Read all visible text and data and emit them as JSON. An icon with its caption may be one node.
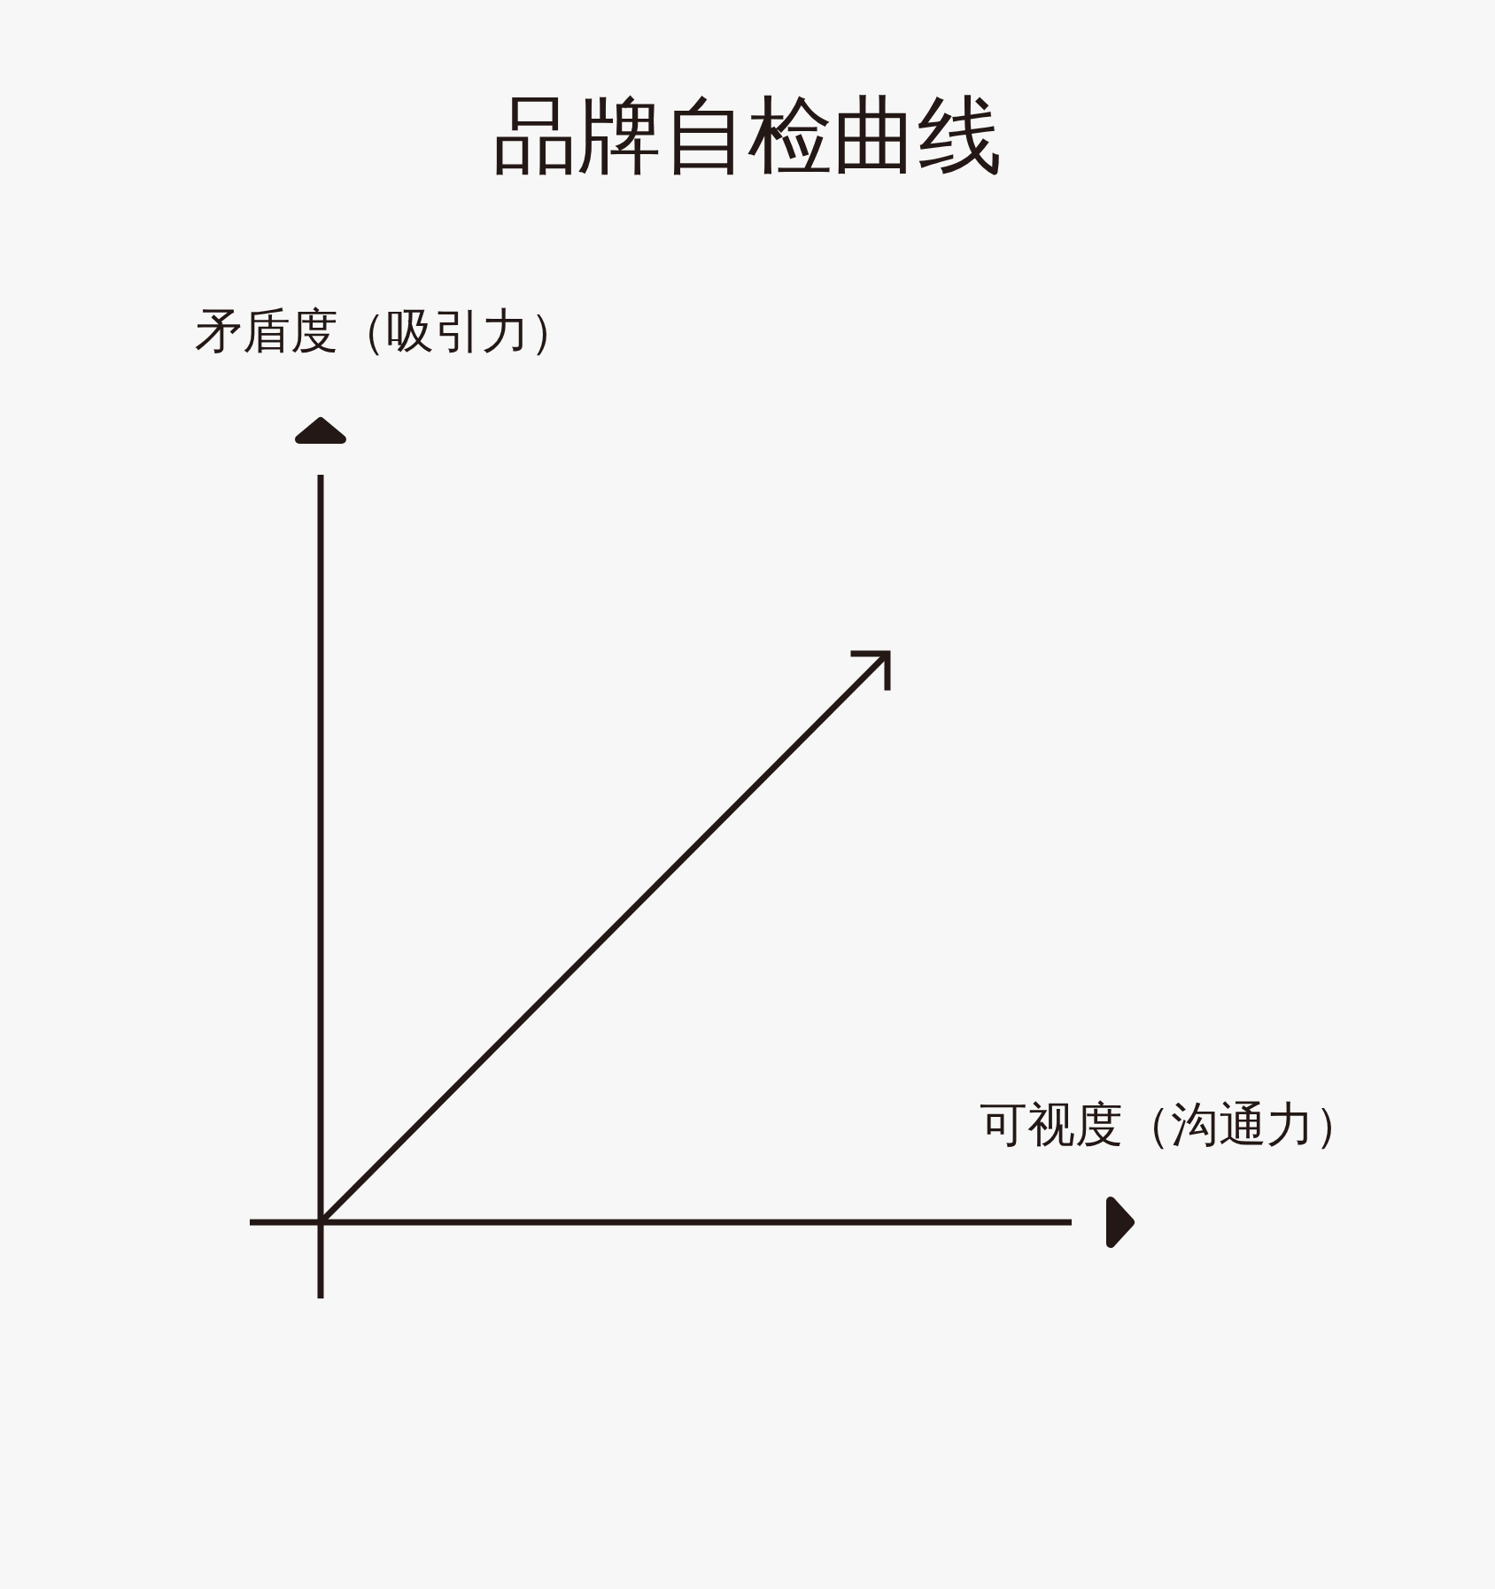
{
  "diagram": {
    "title": "品牌自检曲线",
    "labels": [
      "矛盾度（吸引力）",
      "可视度（沟通力）"
    ]
  }
}
